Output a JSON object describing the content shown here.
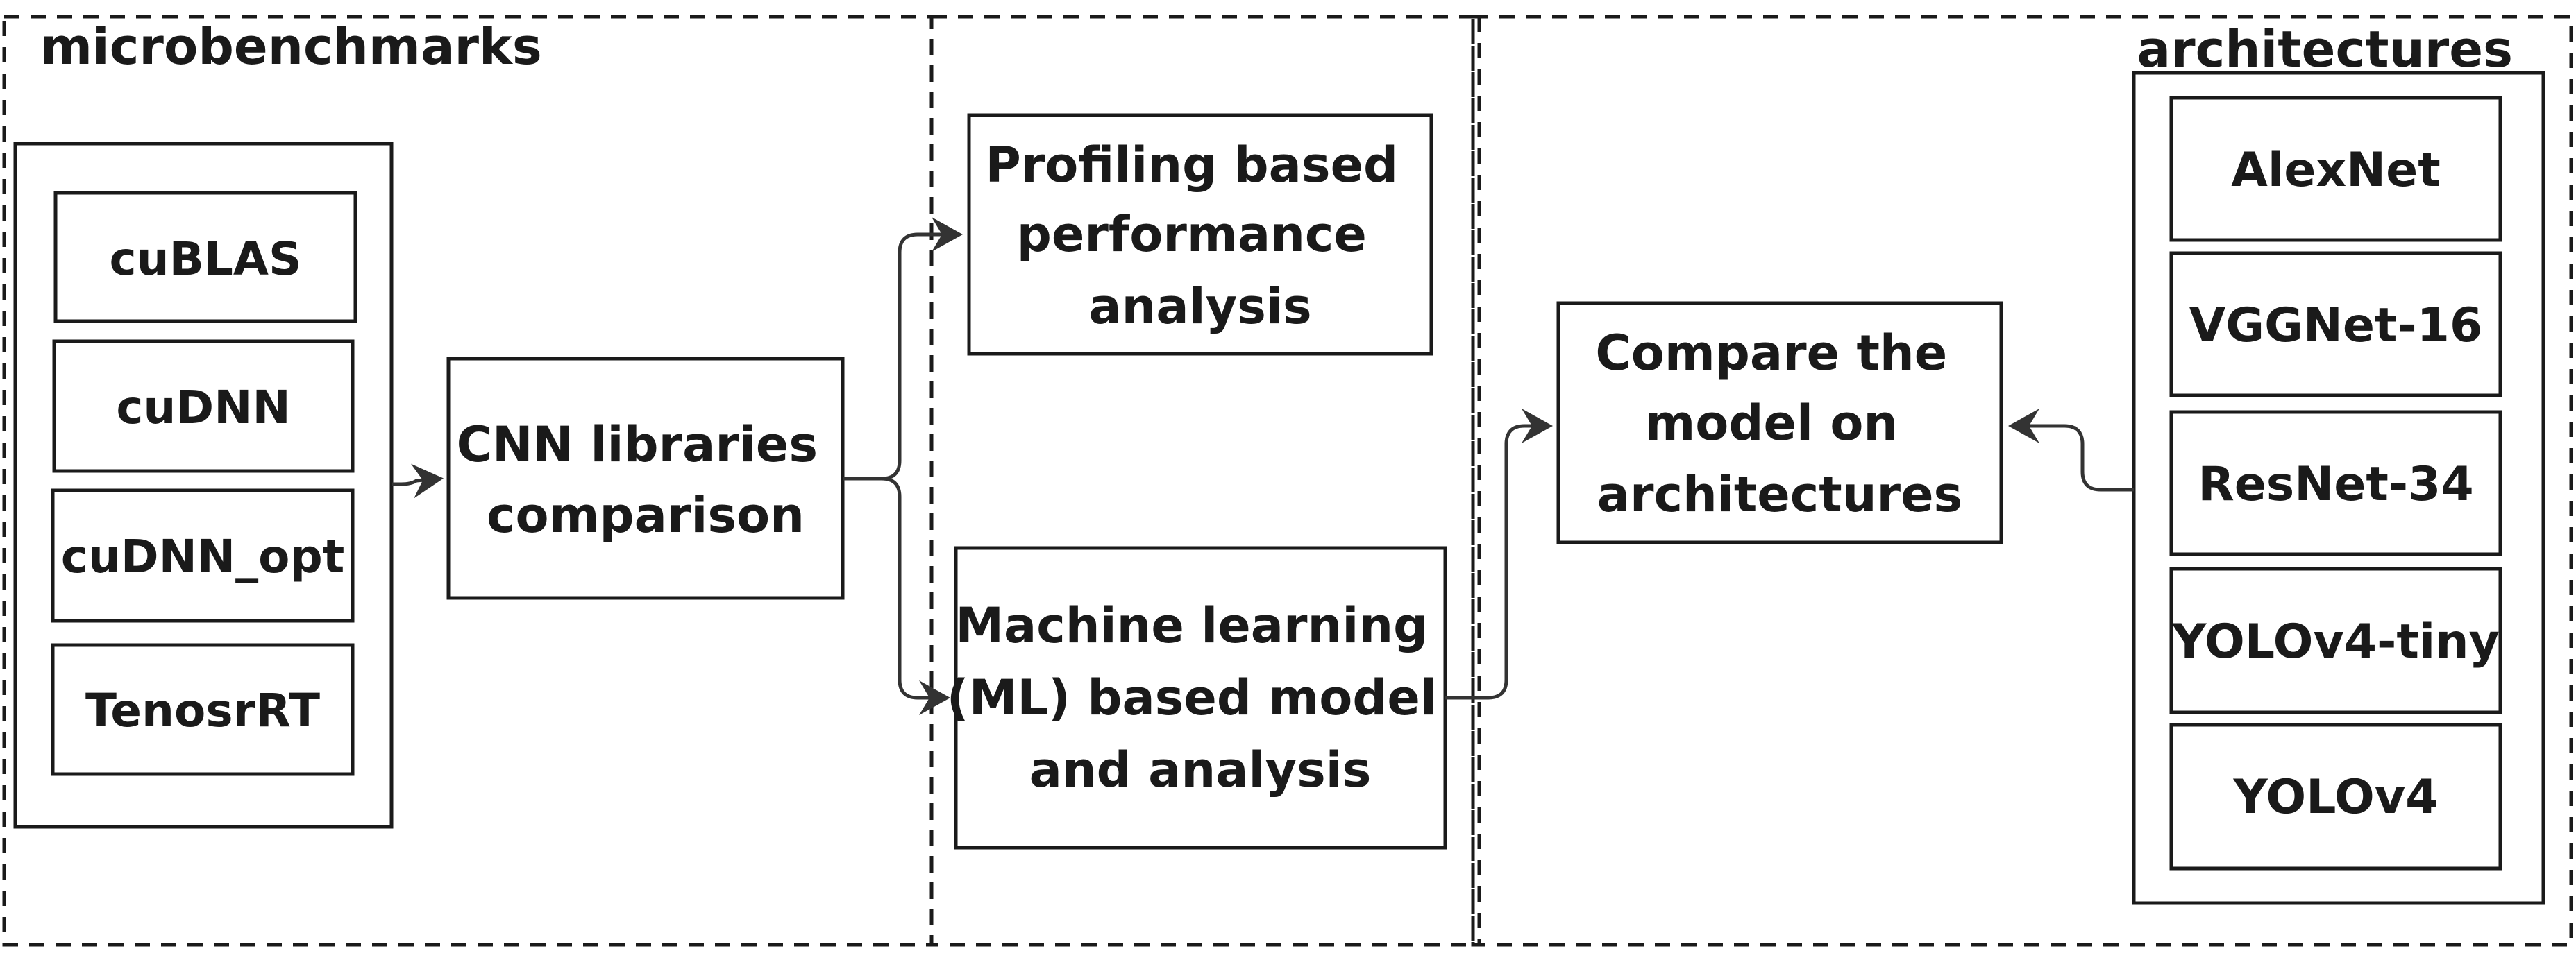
{
  "sections": {
    "microbenchmarks_title": "microbenchmarks",
    "architectures_title": "architectures"
  },
  "libraries": [
    "cuBLAS",
    "cuDNN",
    "cuDNN_opt",
    "TenosrRT"
  ],
  "cnn_comparison": [
    "CNN libraries",
    "comparison"
  ],
  "profiling": [
    "Profiling based",
    "performance",
    "analysis"
  ],
  "ml_model": [
    "Machine learning",
    "(ML) based model",
    "and analysis"
  ],
  "compare": [
    "Compare the",
    "model on",
    "architectures"
  ],
  "architectures": [
    "AlexNet",
    "VGGNet-16",
    "ResNet-34",
    "YOLOv4-tiny",
    "YOLOv4"
  ]
}
